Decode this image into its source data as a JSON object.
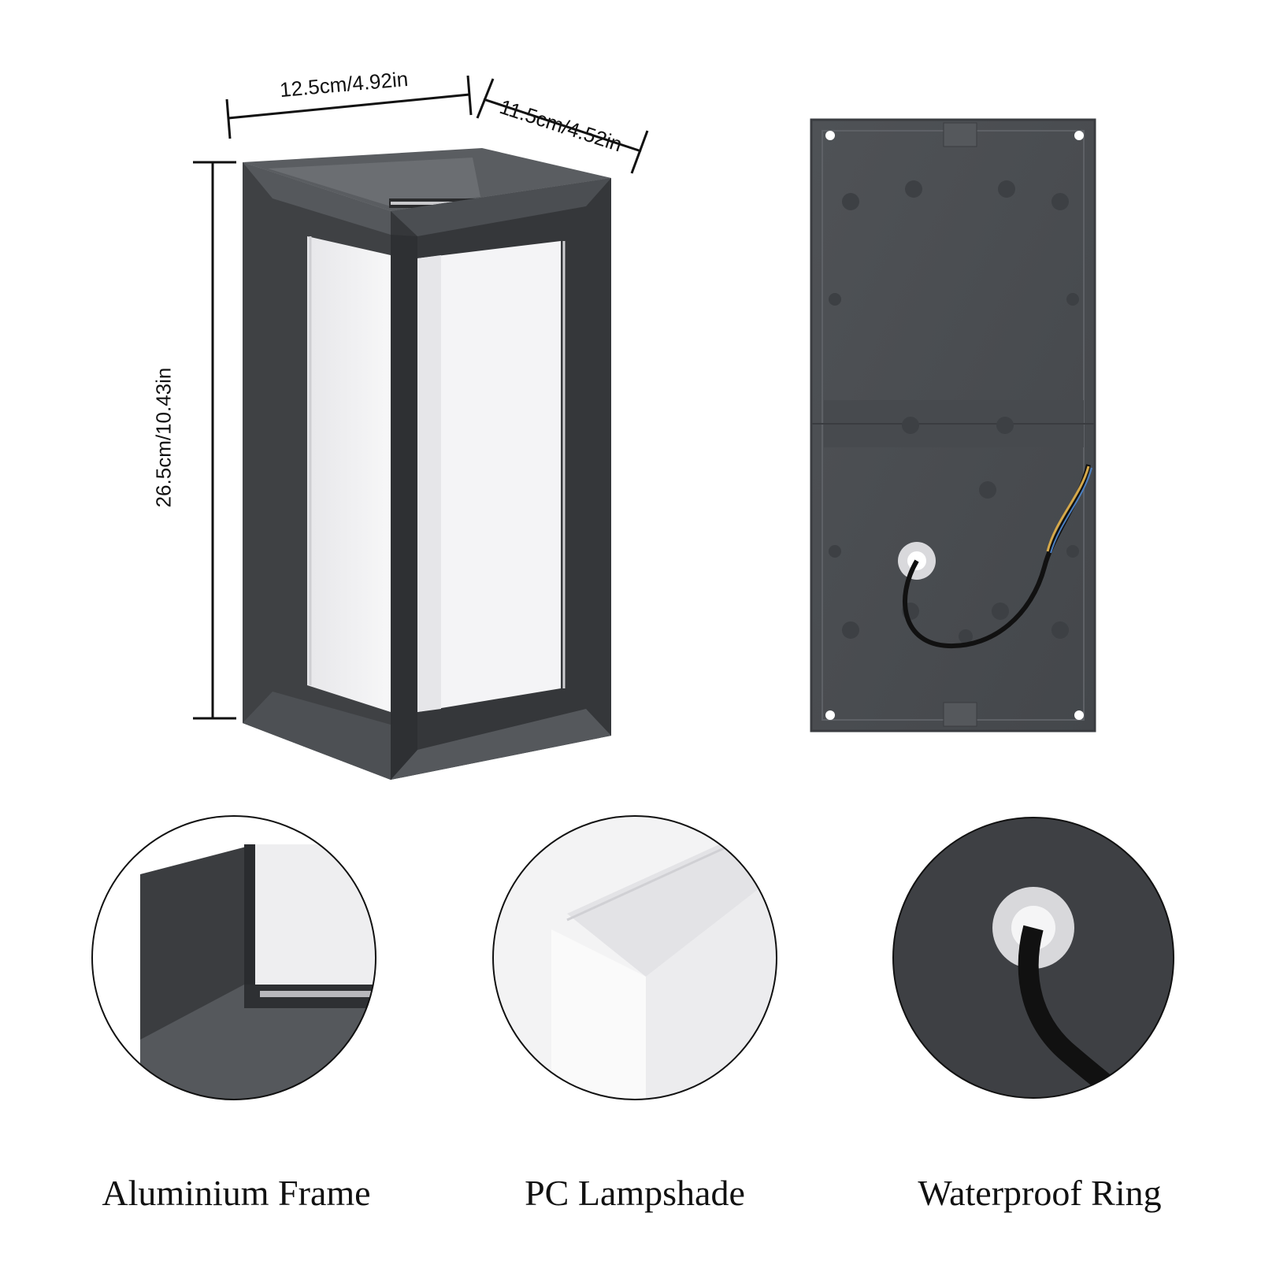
{
  "dimensions": {
    "width_label": "12.5cm/4.92in",
    "depth_label": "11.5cm/4.52in",
    "height_label": "26.5cm/10.43in"
  },
  "features": [
    {
      "label": "Aluminium Frame",
      "icon": "aluminium-frame-closeup"
    },
    {
      "label": "PC Lampshade",
      "icon": "pc-lampshade-closeup"
    },
    {
      "label": "Waterproof Ring",
      "icon": "waterproof-ring-closeup"
    }
  ],
  "colors": {
    "frame": "#3b3d40",
    "frame_light": "#55585c",
    "shade": "#f1f1f3",
    "outline": "#111111"
  }
}
